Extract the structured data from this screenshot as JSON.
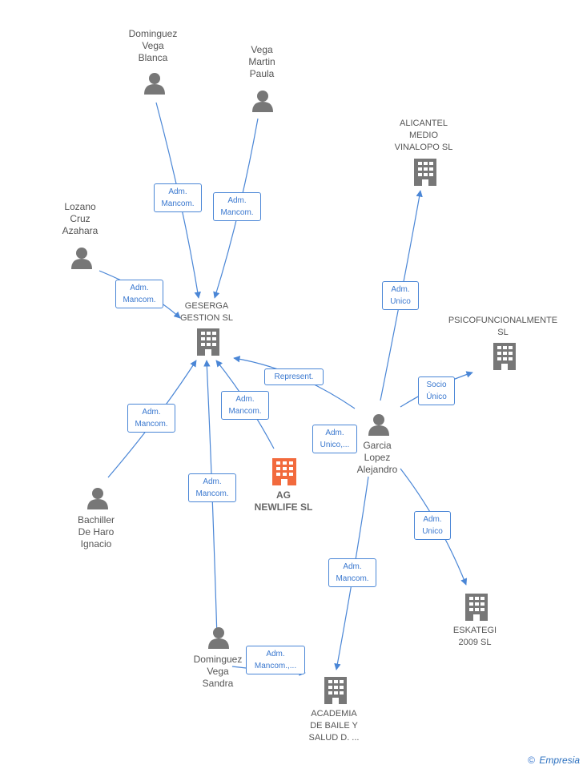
{
  "nodes": {
    "person_dvb": [
      "Dominguez",
      "Vega",
      "Blanca"
    ],
    "person_vmp": [
      "Vega",
      "Martin",
      "Paula"
    ],
    "person_lca": [
      "Lozano",
      "Cruz",
      "Azahara"
    ],
    "person_bhi": [
      "Bachiller",
      "De Haro",
      "Ignacio"
    ],
    "person_dvs": [
      "Dominguez",
      "Vega",
      "Sandra"
    ],
    "person_gla": [
      "Garcia",
      "Lopez",
      "Alejandro"
    ],
    "company_gesgerga": [
      "GESERGA",
      "GESTION SL"
    ],
    "company_alicantel": [
      "ALICANTEL",
      "MEDIO",
      "VINALOPO  SL"
    ],
    "company_psico": [
      "PSICOFUNCIONALMENTE",
      "SL"
    ],
    "company_ag": [
      "AG",
      "NEWLIFE  SL"
    ],
    "company_eskategi": [
      "ESKATEGI",
      "2009 SL"
    ],
    "company_academia": [
      "ACADEMIA",
      "DE BAILE Y",
      "SALUD D. ..."
    ]
  },
  "edges": {
    "e1": [
      "Adm.",
      "Mancom."
    ],
    "e2": [
      "Adm.",
      "Mancom."
    ],
    "e3": [
      "Adm.",
      "Mancom."
    ],
    "e4": [
      "Adm.",
      "Mancom."
    ],
    "e5": [
      "Adm.",
      "Mancom."
    ],
    "e6": [
      "Adm.",
      "Mancom."
    ],
    "e7": [
      "Represent."
    ],
    "e8": [
      "Adm.",
      "Unico"
    ],
    "e9": [
      "Socio",
      "Único"
    ],
    "e10": [
      "Adm.",
      "Unico,..."
    ],
    "e11": [
      "Adm.",
      "Unico"
    ],
    "e12": [
      "Adm.",
      "Mancom."
    ],
    "e13": [
      "Adm.",
      "Mancom.,..."
    ]
  },
  "colors": {
    "edge": "#4a86d6",
    "icon": "#777777",
    "highlight": "#f26a3d"
  },
  "credit": {
    "symbol": "©",
    "brand": "Empresia"
  }
}
